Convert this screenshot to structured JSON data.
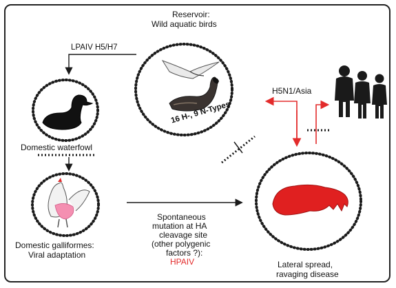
{
  "reservoir": {
    "title": "Reservoir:",
    "subtitle": "Wild aquatic birds",
    "types": "16 H-, 9 N-Types"
  },
  "lpaiv": {
    "label": "LPAIV H5/H7"
  },
  "waterfowl": {
    "label": "Domestic waterfowl"
  },
  "galliformes": {
    "line1": "Domestic galliformes:",
    "line2": "Viral adaptation"
  },
  "mutation": {
    "line1": "Spontaneous",
    "line2": "mutation at HA",
    "line3": "cleavage site",
    "line4": "(other polygenic",
    "line5": "factors ?):",
    "line6": "HPAIV"
  },
  "spread": {
    "line1": "Lateral spread,",
    "line2": "ravaging disease"
  },
  "h5n1": {
    "label": "H5N1/Asia"
  },
  "colors": {
    "accent_red": "#e32b2b",
    "dark": "#1a1a1a"
  },
  "icons": [
    "gull-icon",
    "goose-icon",
    "duck-icon",
    "chicken-icon",
    "tissue-icon",
    "humans-icon"
  ]
}
